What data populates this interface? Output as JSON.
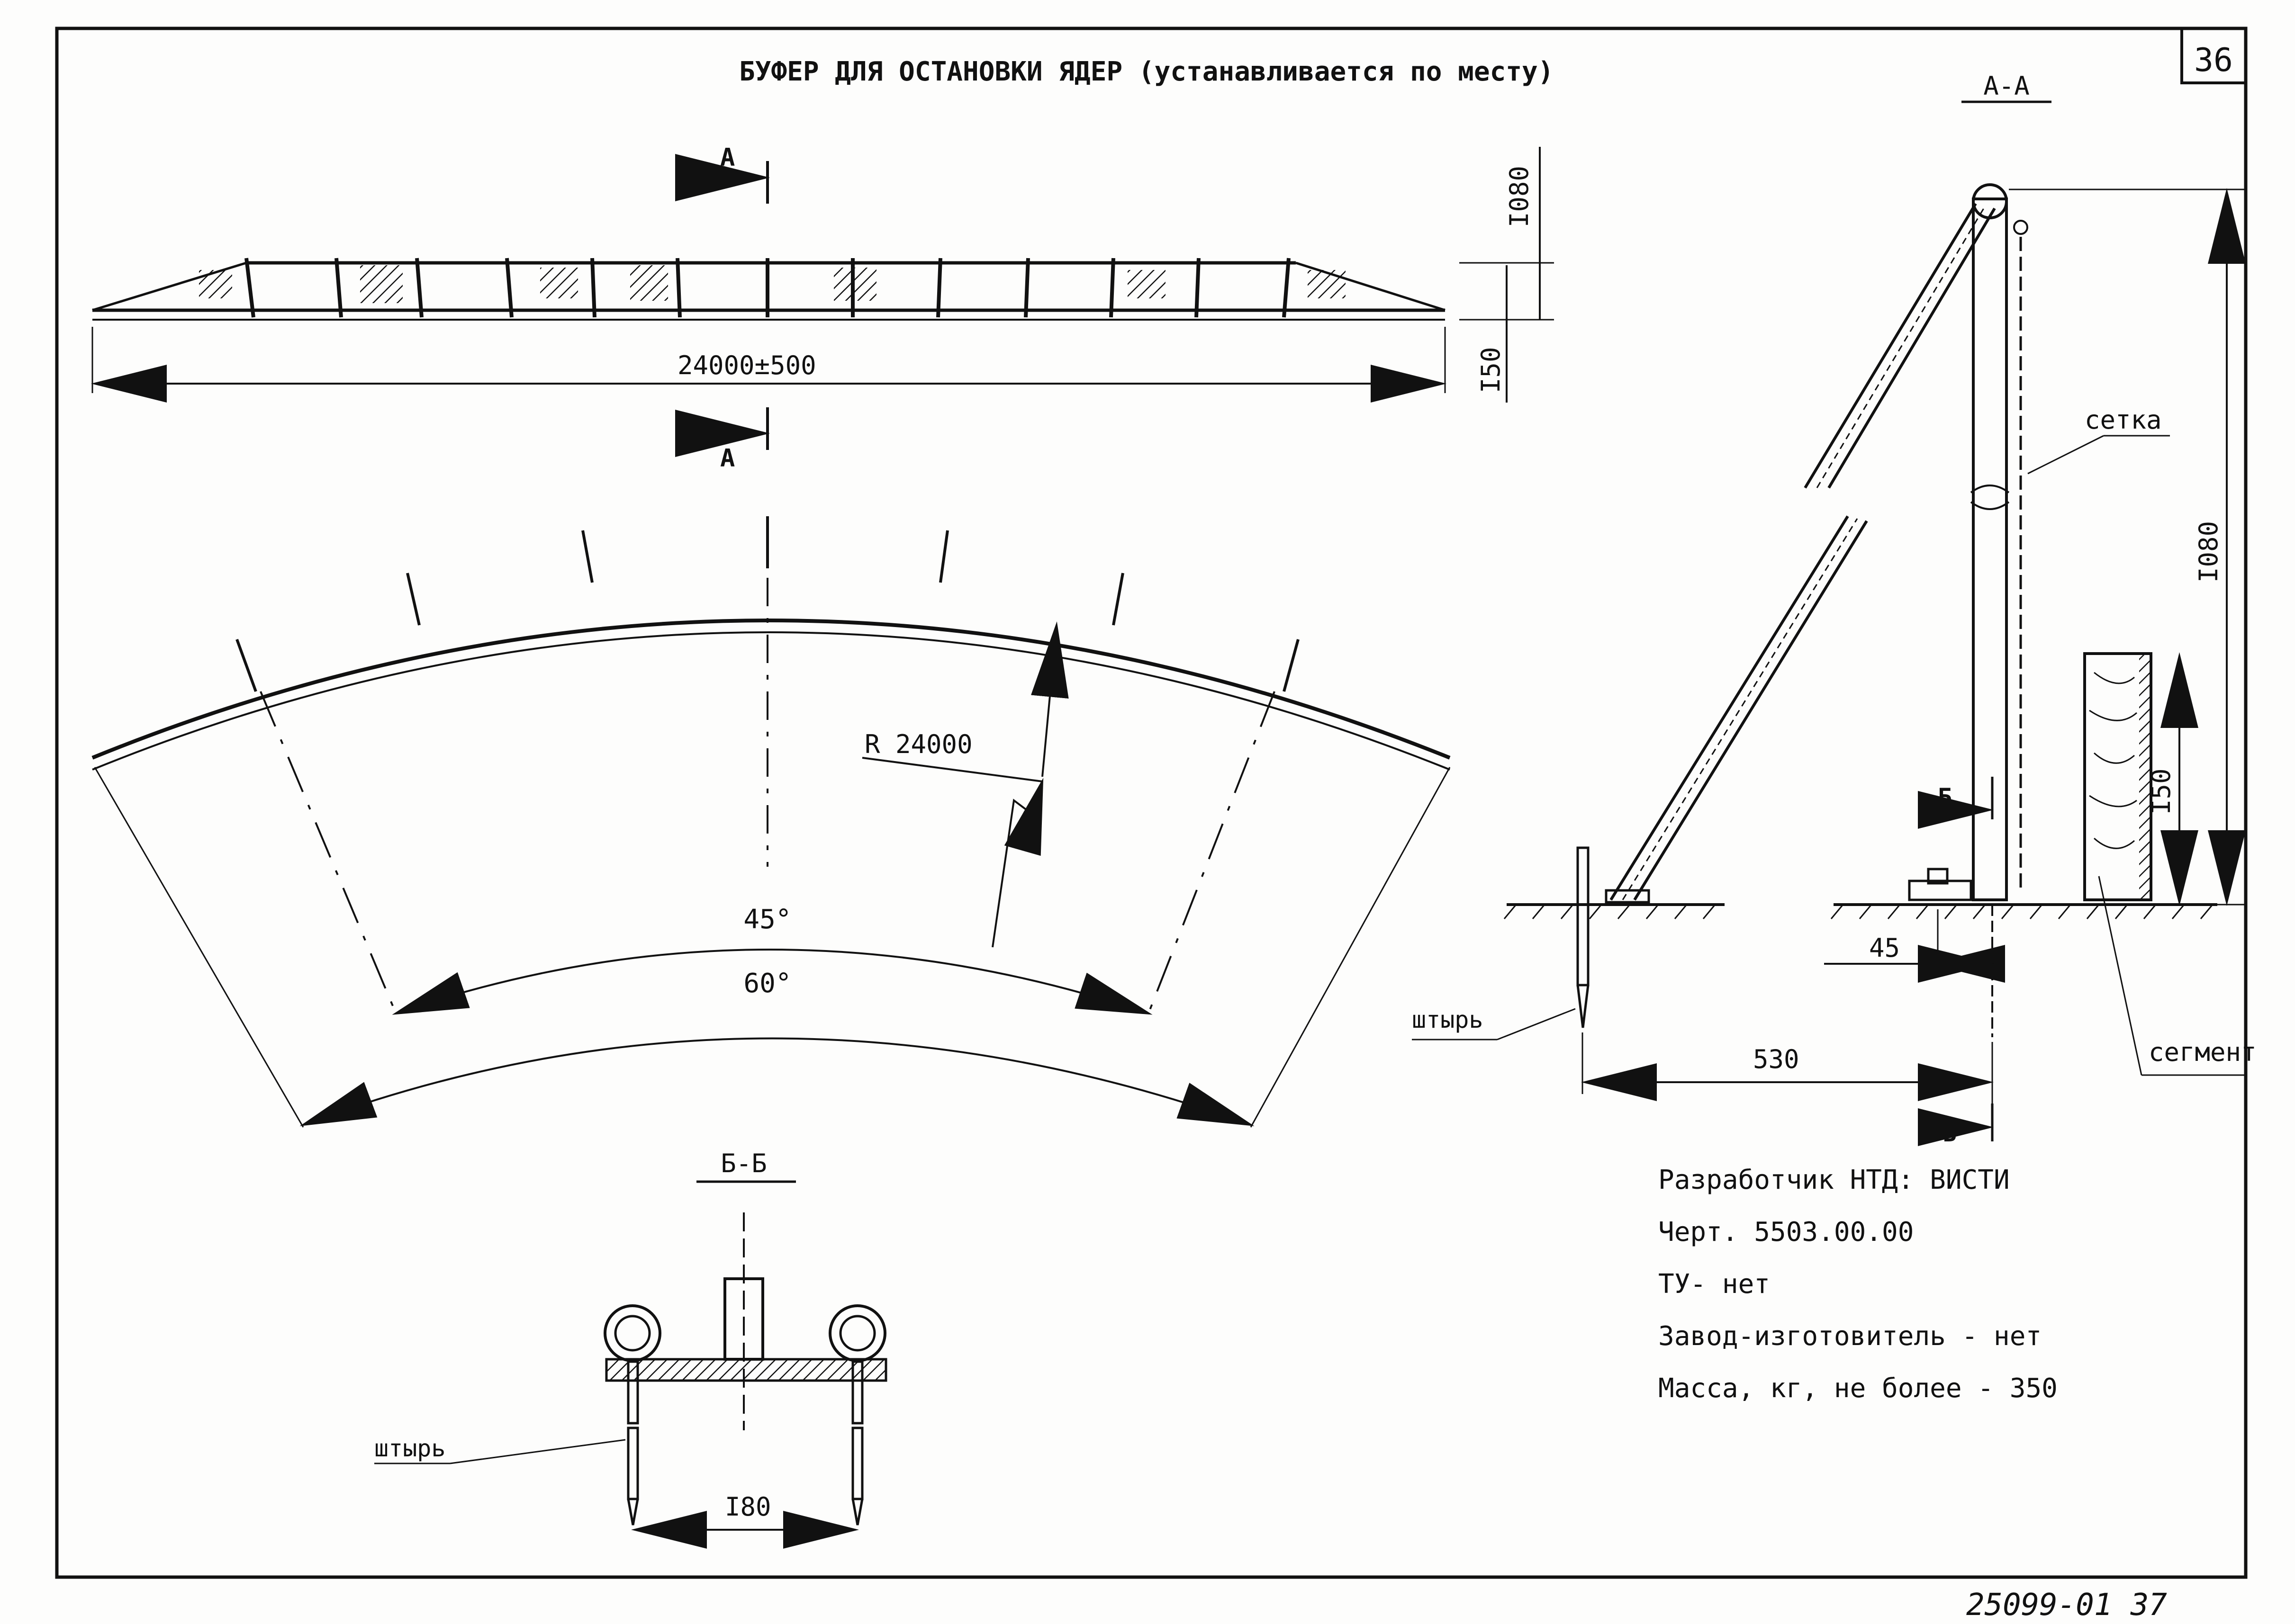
{
  "sheet_number": "36",
  "title": "БУФЕР ДЛЯ ОСТАНОВКИ ЯДЕР (устанавливается по месту)",
  "plan_view": {
    "section_mark_a": "А",
    "dim_length": "24000±500",
    "dim_height": "I080",
    "dim_base": "I50"
  },
  "arc_view": {
    "radius_label": "R 24000",
    "angle_inner": "45°",
    "angle_outer": "60°"
  },
  "section_aa": {
    "title": "А-А",
    "label_mesh": "сетка",
    "label_segment": "сегмент",
    "label_pin": "штырь",
    "dim_height": "I080",
    "dim_segment": "I50",
    "dim_45": "45",
    "dim_530": "530",
    "section_mark_b": "Б"
  },
  "section_bb": {
    "title": "Б-Б",
    "label_pin": "штырь",
    "dim_180": "I80"
  },
  "info": {
    "developer": "Разработчик НТД: ВИСТИ",
    "drawing": "Черт. 5503.00.00",
    "tu": "ТУ- нет",
    "plant": "Завод-изготовитель - нет",
    "mass": "Масса, кг, не более - 350"
  },
  "footer_code": "25099-01  37"
}
